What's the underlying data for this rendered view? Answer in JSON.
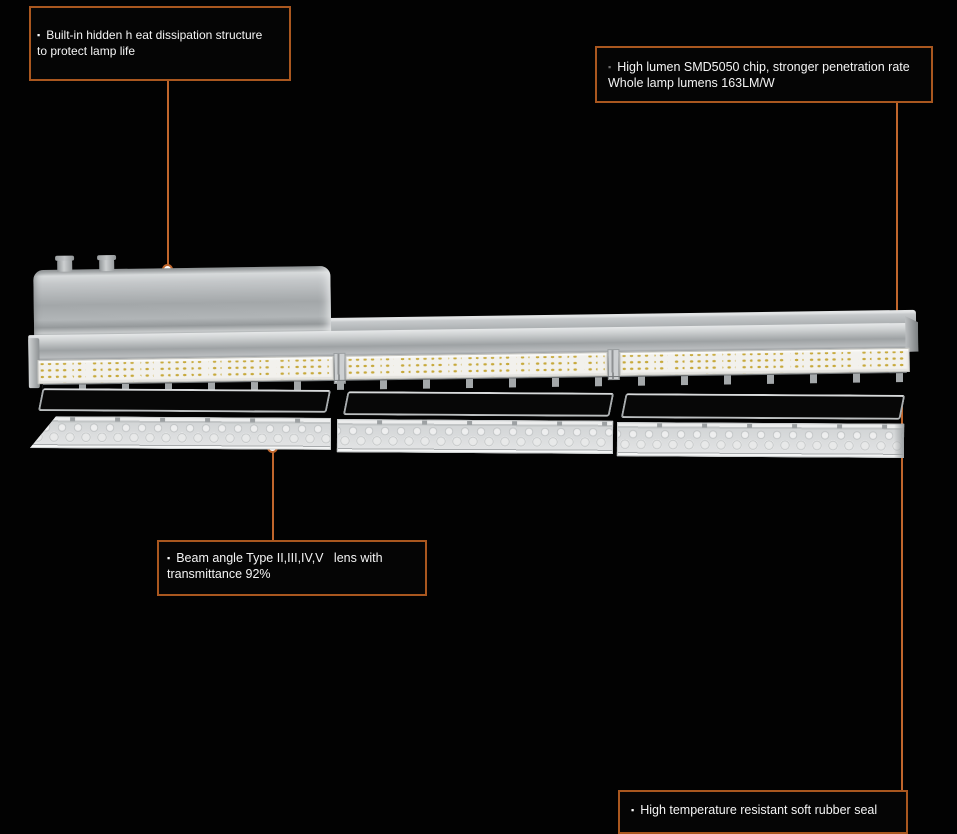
{
  "background": "#020202",
  "accent": {
    "box_border": "#a9571f",
    "leader_line": "#c0662c",
    "marker_fill": "#ffffff"
  },
  "bullet": "▪",
  "callouts": [
    {
      "id": "heat-dissipation",
      "lines": [
        "Built-in hidden h eat dissipation structure",
        "to protect lamp life"
      ]
    },
    {
      "id": "led-chip",
      "lines": [
        "High lumen SMD5050 chip, stronger penetration rate",
        "Whole lamp lumens 163LM/W"
      ],
      "bullet_color": "#6d6d6d"
    },
    {
      "id": "lens",
      "lines": [
        "Beam angle Type II,III,IV,V   lens with",
        "transmittance 92%"
      ]
    },
    {
      "id": "rubber-seal",
      "lines": [
        "High temperature resistant soft rubber seal"
      ]
    }
  ],
  "product": {
    "led_chip_color": "#c7a93c",
    "body_color": "#b1b5b7"
  }
}
